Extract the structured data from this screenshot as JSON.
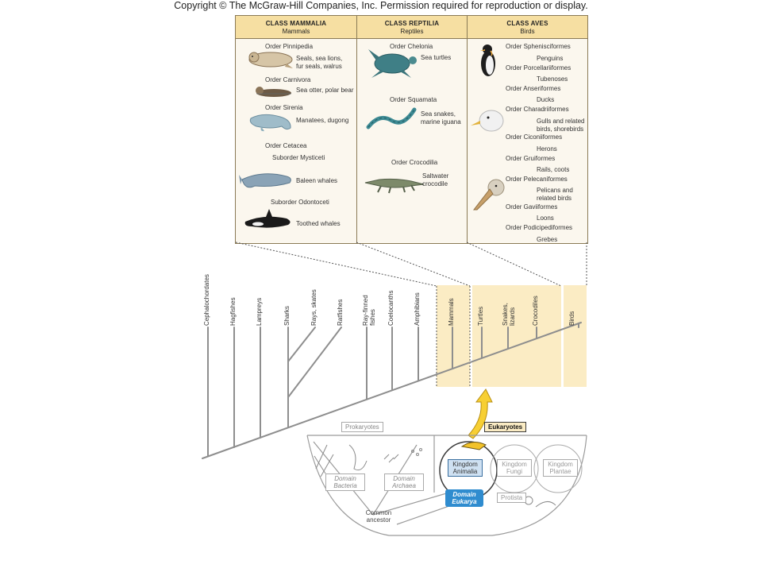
{
  "copyright": "Copyright © The McGraw-Hill Companies, Inc. Permission required for reproduction or display.",
  "classes": {
    "mammalia": {
      "title": "CLASS MAMMALIA",
      "sub": "Mammals",
      "rows": [
        {
          "order": "Order Pinnipedia",
          "desc": "Seals, sea lions,\nfur seals, walrus"
        },
        {
          "order": "Order Carnivora",
          "desc": "Sea otter, polar bear"
        },
        {
          "order": "Order Sirenia",
          "desc": "Manatees, dugong"
        },
        {
          "order": "Order Cetacea",
          "sub": "Suborder Mysticeti",
          "desc": "Baleen whales"
        },
        {
          "sub": "Suborder Odontoceti",
          "desc": "Toothed whales"
        }
      ]
    },
    "reptilia": {
      "title": "CLASS REPTILIA",
      "sub": "Reptiles",
      "rows": [
        {
          "order": "Order Chelonia",
          "desc": "Sea turtles"
        },
        {
          "order": "Order Squamata",
          "desc": "Sea snakes,\nmarine iguana"
        },
        {
          "order": "Order Crocodilia",
          "desc": "Saltwater\ncrocodile"
        }
      ]
    },
    "aves": {
      "title": "CLASS AVES",
      "sub": "Birds",
      "rows": [
        {
          "order": "Order Sphenisciformes",
          "desc": "Penguins"
        },
        {
          "order": "Order Porcellariiformes",
          "desc": "Tubenoses"
        },
        {
          "order": "Order Anseriformes",
          "desc": "Ducks"
        },
        {
          "order": "Order Charadriiformes",
          "desc": "Gulls and related\nbirds, shorebirds"
        },
        {
          "order": "Order Ciconiiformes",
          "desc": "Herons"
        },
        {
          "order": "Order Gruiformes",
          "desc": "Rails, coots"
        },
        {
          "order": "Order Pelecaniformes",
          "desc": "Pelicans and\nrelated birds"
        },
        {
          "order": "Order Gaviiformes",
          "desc": "Loons"
        },
        {
          "order": "Order Podicipediformes",
          "desc": "Grebes"
        }
      ]
    }
  },
  "cladogram": {
    "taxa": [
      "Cephalochordates",
      "Hagfishes",
      "Lampreys",
      "Sharks",
      "Rays, skates",
      "Ratfishes",
      "Ray-finned fishes",
      "Coelocanths",
      "Amphibians",
      "Mammals",
      "Turtles",
      "Snakes, lizards",
      "Crocodiles",
      "Birds"
    ]
  },
  "tree": {
    "prokaryotes": "Prokaryotes",
    "eukaryotes": "Eukaryotes",
    "bacteria": "Domain Bacteria",
    "archaea": "Domain Archaea",
    "eukarya": "Domain Eukarya",
    "animalia": "Kingdom Animalia",
    "fungi": "Kingdom Fungi",
    "plantae": "Kingdom Plantae",
    "protista": "Protista",
    "common_ancestor": "Common ancestor"
  },
  "colors": {
    "highlight": "#fbecc4",
    "header": "#f6dfa2",
    "eukarya": "#2f8ccf",
    "arrow": "#f7cf33",
    "branch": "#8e8e8e"
  }
}
